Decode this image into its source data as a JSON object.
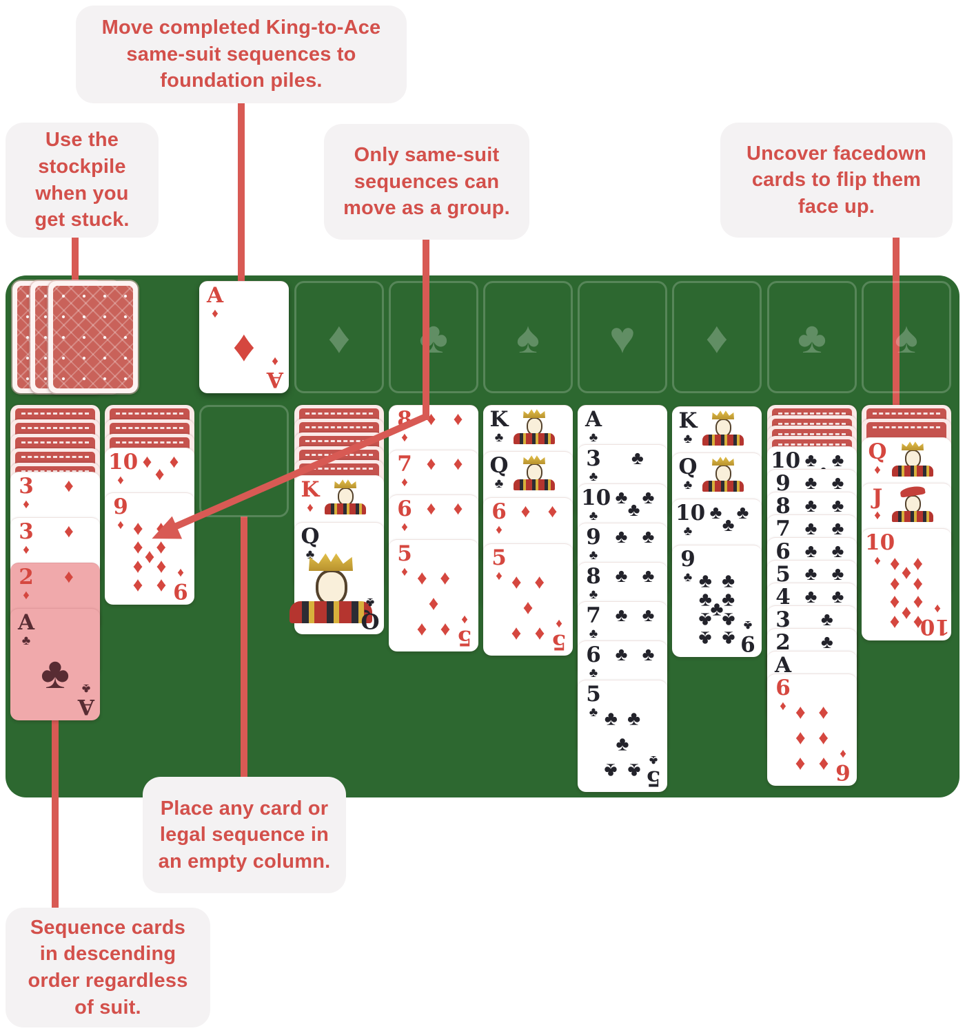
{
  "callouts": {
    "move_completed": "Move completed King-to-Ace same-suit sequences to foundation piles.",
    "use_stockpile": "Use the stockpile when you get stuck.",
    "same_suit_group": "Only same-suit sequences can move as a group.",
    "uncover_facedown": "Uncover facedown cards to flip them face up.",
    "place_empty": "Place any card or legal sequence in an empty column.",
    "sequence_descending": "Sequence cards in descending order regardless of suit."
  },
  "colors": {
    "board_green": "#2d6830",
    "accent_red": "#d85a54",
    "callout_text_red": "#d3504b",
    "callout_bg": "#f4f2f3",
    "card_red_pip": "#d5473f",
    "card_black_pip": "#23232b",
    "card_back_red": "#c9625a",
    "highlight_pink": "#f0a9ab"
  },
  "stock": {
    "facedown_count": 3
  },
  "foundation": {
    "completed": {
      "rank": "A",
      "suit": "diamond"
    },
    "empty_slots": [
      "diamond",
      "club",
      "spade",
      "heart",
      "diamond",
      "club",
      "spade"
    ]
  },
  "tableau": [
    {
      "facedown": 5,
      "faceup": [
        {
          "rank": "3",
          "suit": "diamond"
        },
        {
          "rank": "3",
          "suit": "diamond"
        },
        {
          "rank": "2",
          "suit": "diamond",
          "highlight": true
        },
        {
          "rank": "A",
          "suit": "club",
          "highlight": true
        }
      ]
    },
    {
      "facedown": 3,
      "faceup": [
        {
          "rank": "10",
          "suit": "diamond"
        },
        {
          "rank": "9",
          "suit": "diamond"
        }
      ]
    },
    {
      "facedown": 0,
      "faceup": []
    },
    {
      "facedown": 5,
      "faceup": [
        {
          "rank": "K",
          "suit": "diamond"
        },
        {
          "rank": "Q",
          "suit": "club"
        }
      ]
    },
    {
      "facedown": 0,
      "faceup": [
        {
          "rank": "8",
          "suit": "diamond"
        },
        {
          "rank": "7",
          "suit": "diamond"
        },
        {
          "rank": "6",
          "suit": "diamond"
        },
        {
          "rank": "5",
          "suit": "diamond"
        }
      ]
    },
    {
      "facedown": 0,
      "faceup": [
        {
          "rank": "K",
          "suit": "club"
        },
        {
          "rank": "Q",
          "suit": "club"
        },
        {
          "rank": "6",
          "suit": "diamond"
        },
        {
          "rank": "5",
          "suit": "diamond"
        }
      ]
    },
    {
      "facedown": 0,
      "faceup": [
        {
          "rank": "A",
          "suit": "club"
        },
        {
          "rank": "3",
          "suit": "club"
        },
        {
          "rank": "10",
          "suit": "club"
        },
        {
          "rank": "9",
          "suit": "club"
        },
        {
          "rank": "8",
          "suit": "club"
        },
        {
          "rank": "7",
          "suit": "club"
        },
        {
          "rank": "6",
          "suit": "club"
        },
        {
          "rank": "5",
          "suit": "club"
        }
      ]
    },
    {
      "facedown": 0,
      "faceup": [
        {
          "rank": "K",
          "suit": "club"
        },
        {
          "rank": "Q",
          "suit": "club"
        },
        {
          "rank": "10",
          "suit": "club"
        },
        {
          "rank": "9",
          "suit": "club"
        }
      ]
    },
    {
      "facedown": 4,
      "faceup": [
        {
          "rank": "10",
          "suit": "club"
        },
        {
          "rank": "9",
          "suit": "club"
        },
        {
          "rank": "8",
          "suit": "club"
        },
        {
          "rank": "7",
          "suit": "club"
        },
        {
          "rank": "6",
          "suit": "club"
        },
        {
          "rank": "5",
          "suit": "club"
        },
        {
          "rank": "4",
          "suit": "club"
        },
        {
          "rank": "3",
          "suit": "club"
        },
        {
          "rank": "2",
          "suit": "club"
        },
        {
          "rank": "A",
          "suit": "club"
        },
        {
          "rank": "6",
          "suit": "diamond"
        }
      ]
    },
    {
      "facedown": 2,
      "faceup": [
        {
          "rank": "Q",
          "suit": "diamond"
        },
        {
          "rank": "J",
          "suit": "diamond"
        },
        {
          "rank": "10",
          "suit": "diamond"
        }
      ]
    }
  ]
}
